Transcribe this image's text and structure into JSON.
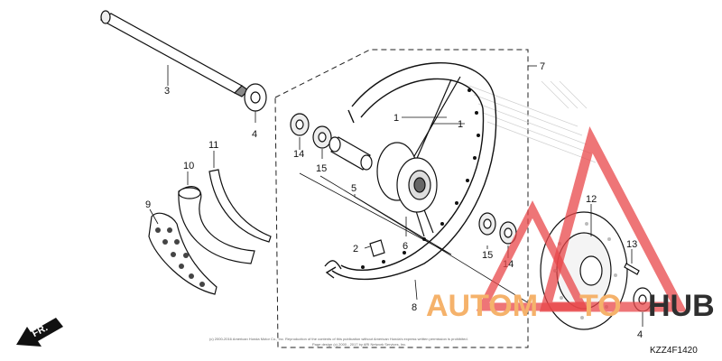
{
  "diagram": {
    "callouts": {
      "c1a": "1",
      "c1b": "1",
      "c2": "2",
      "c3": "3",
      "c4a": "4",
      "c4b": "4",
      "c5": "5",
      "c6": "6",
      "c7": "7",
      "c8": "8",
      "c9": "9",
      "c10": "10",
      "c11": "11",
      "c12": "12",
      "c13": "13",
      "c14a": "14",
      "c14b": "14",
      "c15a": "15",
      "c15b": "15"
    },
    "diagram_code": "KZZ4F1420",
    "direction_label": "FR.",
    "copyright_line1": "(c) 2000-2016 American Honda Motor Co., Inc. Reproduction of the contents of this publication without American Honda's express written permission is prohibited.",
    "copyright_line2": "Page design (c) 2000 - 2017 by ARI Network Services, Inc."
  },
  "watermark": {
    "part1": "AUTOM",
    "part2": "TO",
    "part3": "HUB",
    "orange": "#f5b26b",
    "dark": "#2f2f2f",
    "red": "#e8474a"
  }
}
